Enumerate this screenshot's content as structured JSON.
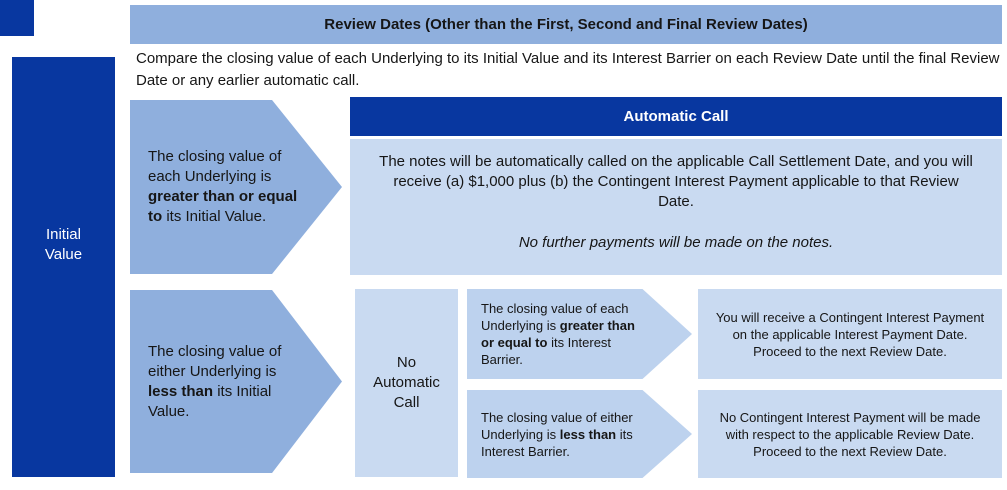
{
  "colors": {
    "dark_blue": "#0837a0",
    "medium_blue": "#8fafdd",
    "arrow_blue": "#bdd2ee",
    "light_blue": "#c9daf1",
    "text_dark": "#161616",
    "text_white": "#ffffff"
  },
  "title_bar": {
    "label": "Review Dates (Other than the First, Second and Final Review Dates)"
  },
  "intro": {
    "text": "Compare the closing value of each Underlying to its Initial Value and its Interest Barrier on each Review Date until the final Review Date or any earlier automatic call."
  },
  "initial_value_label": "Initial\nValue",
  "upper_path": {
    "condition": {
      "pre": "The closing value of each Underlying is ",
      "bold": "greater than or equal to",
      "post": " its Initial Value."
    },
    "automatic_call": {
      "title": "Automatic Call",
      "body": "The notes will be automatically called on the applicable Call Settlement Date, and you will receive (a) $1,000 plus (b) the Contingent Interest Payment applicable to that Review Date.",
      "note": "No further payments will be made on the notes."
    }
  },
  "lower_path": {
    "condition": {
      "pre": "The closing value of either Underlying is ",
      "bold": "less than",
      "post": " its Initial Value."
    },
    "no_automatic_call_label": "No\nAutomatic\nCall",
    "interest_barrier_met": {
      "condition": {
        "pre": "The closing value of each Underlying is ",
        "bold": "greater than or equal to",
        "post": " its Interest Barrier."
      },
      "outcome": {
        "body": "You will receive a Contingent Interest Payment on the applicable Interest Payment Date.",
        "proceed": "Proceed to the next Review Date."
      }
    },
    "interest_barrier_not_met": {
      "condition": {
        "pre": "The closing value of either Underlying is ",
        "bold": "less than",
        "post": " its Interest Barrier."
      },
      "outcome": {
        "body": "No Contingent Interest Payment will be made with respect to the applicable Review Date.",
        "proceed": "Proceed to the next Review Date."
      }
    }
  }
}
